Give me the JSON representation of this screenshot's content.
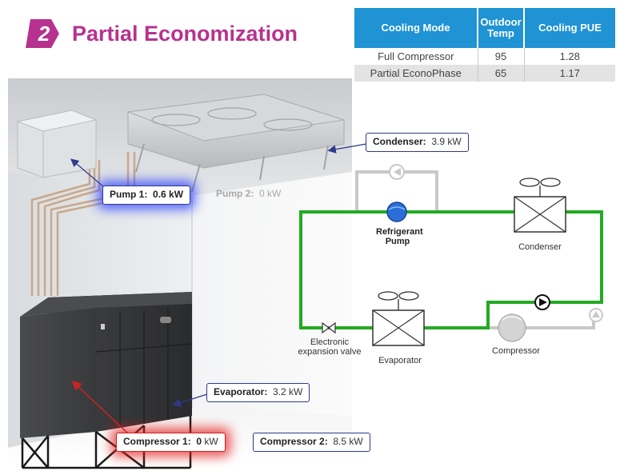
{
  "header": {
    "step_number": "2",
    "title": "Partial Economization"
  },
  "colors": {
    "accent": "#b7328f",
    "table_header": "#1f93d4",
    "pipe_active": "#22aa22",
    "pipe_inactive": "#c8c8c8",
    "pump_highlight": "#2a3cff",
    "compressor_highlight": "#e61e1e"
  },
  "table": {
    "headers": [
      "Cooling Mode",
      "Outdoor Temp",
      "Cooling PUE"
    ],
    "rows": [
      [
        "Full Compressor",
        "95",
        "1.28"
      ],
      [
        "Partial EconoPhase",
        "65",
        "1.17"
      ]
    ]
  },
  "labels": {
    "condenser": {
      "key": "Condenser:",
      "value": "3.9 kW"
    },
    "pump1": {
      "key": "Pump 1:",
      "value": "0.6 kW"
    },
    "pump2": {
      "key": "Pump 2:",
      "value": "0 kW"
    },
    "evaporator": {
      "key": "Evaporator:",
      "value": "3.2 kW"
    },
    "compressor1": {
      "key": "Compressor 1:",
      "value": "0",
      "unit": "kW"
    },
    "compressor2": {
      "key": "Compressor 2:",
      "value": "8.5 kW"
    }
  },
  "diagram": {
    "refrigerant_pump": "Refrigerant\nPump",
    "condenser": "Condenser",
    "evaporator": "Evaporator",
    "compressor": "Compressor",
    "expansion_valve": "Electronic\nexpansion valve"
  },
  "icons": [
    "pump-icon",
    "fan-icon",
    "compressor-icon",
    "valve-icon",
    "arrow-icon"
  ]
}
